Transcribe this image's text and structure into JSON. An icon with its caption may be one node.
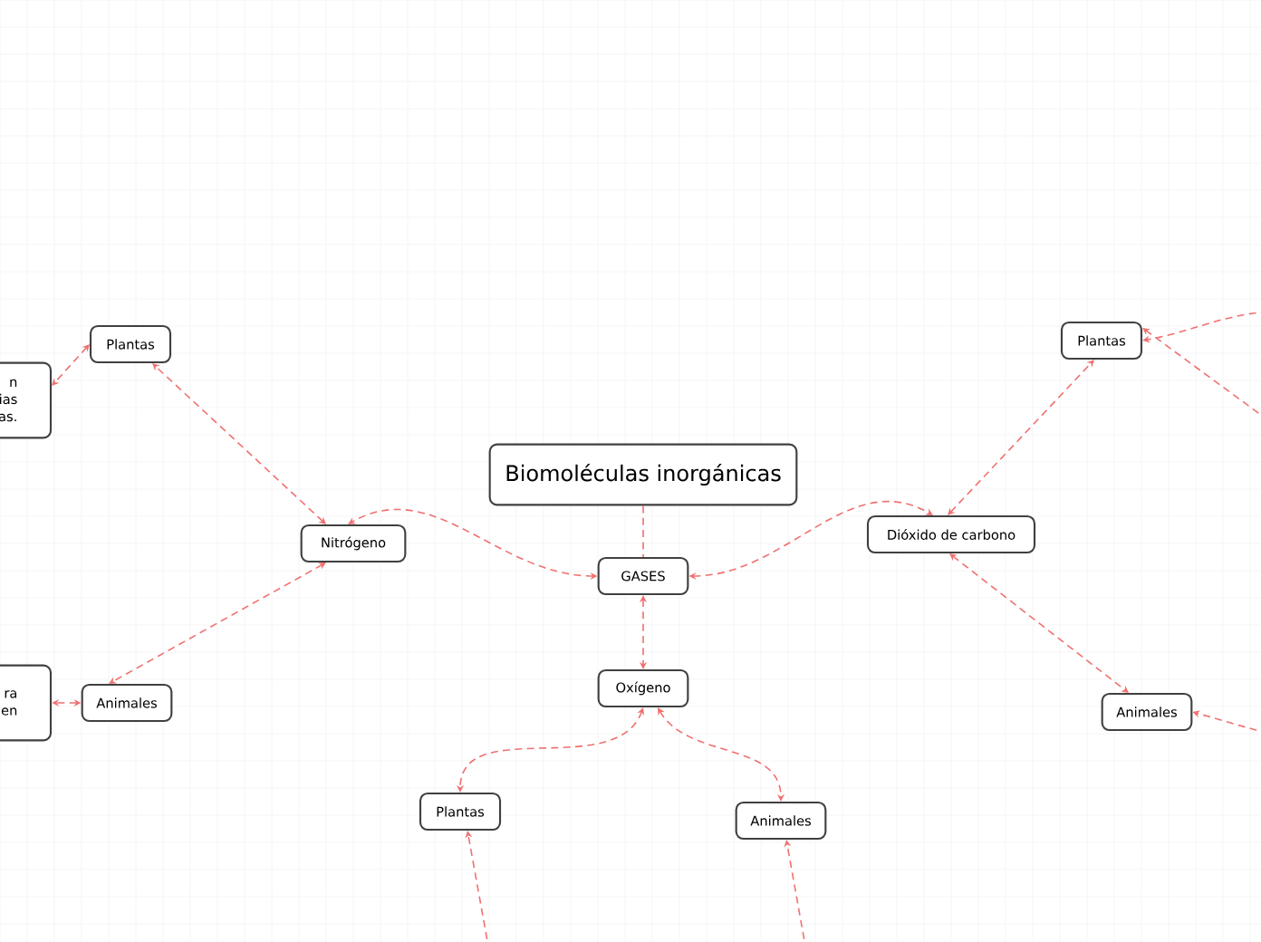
{
  "diagram": {
    "nodes": [
      {
        "text": [
          "Biomoléculas inorgánicas"
        ]
      },
      {
        "text": [
          "GASES"
        ]
      },
      {
        "text": [
          "Nitrógeno"
        ]
      },
      {
        "text": [
          "Dióxido de carbono"
        ]
      },
      {
        "text": [
          "Oxígeno"
        ]
      },
      {
        "text": [
          "Plantas"
        ]
      },
      {
        "text": [
          "Animales"
        ]
      },
      {
        "text": [
          "n ias as."
        ]
      },
      {
        "text": [
          "ra en"
        ]
      },
      {
        "text": [
          "Plantas"
        ]
      },
      {
        "text": [
          "Animales"
        ]
      },
      {
        "text": [
          "Plantas"
        ]
      },
      {
        "text": [
          "Animales"
        ]
      }
    ],
    "edges": [
      {
        "from": 0,
        "to": 1,
        "arrow": "none"
      },
      {
        "from": 1,
        "to": 2,
        "arrow": "both"
      },
      {
        "from": 1,
        "to": 3,
        "arrow": "both"
      },
      {
        "from": 1,
        "to": 4,
        "arrow": "both"
      },
      {
        "from": 2,
        "to": 5,
        "arrow": "both"
      },
      {
        "from": 2,
        "to": 6,
        "arrow": "both"
      },
      {
        "from": 5,
        "to": 7,
        "arrow": "both"
      },
      {
        "from": 6,
        "to": 8,
        "arrow": "both"
      },
      {
        "from": 3,
        "to": 9,
        "arrow": "both"
      },
      {
        "from": 3,
        "to": 10,
        "arrow": "both"
      },
      {
        "from": 4,
        "to": 11,
        "arrow": "both"
      },
      {
        "from": 4,
        "to": 12,
        "arrow": "both"
      },
      {
        "from": null,
        "to": 9,
        "arrow": "to"
      },
      {
        "from": null,
        "to": 9,
        "arrow": "to"
      },
      {
        "from": null,
        "to": 10,
        "arrow": "to"
      },
      {
        "from": null,
        "to": 11,
        "arrow": "to"
      },
      {
        "from": null,
        "to": 12,
        "arrow": "to"
      }
    ]
  }
}
